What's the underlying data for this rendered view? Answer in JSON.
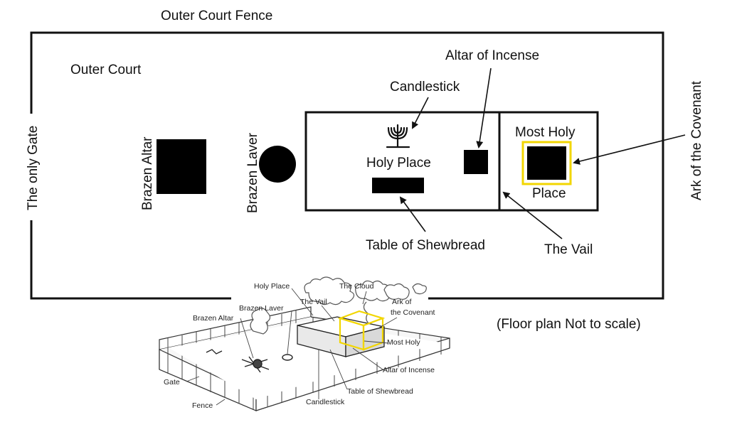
{
  "plan": {
    "outer_court_fence": "Outer Court Fence",
    "outer_court": "Outer Court",
    "gate": "The only Gate",
    "brazen_altar": "Brazen Altar",
    "brazen_laver": "Brazen Laver",
    "holy_place": "Holy Place",
    "candlestick": "Candlestick",
    "altar_of_incense": "Altar of Incense",
    "most_holy": "Most Holy",
    "place": "Place",
    "ark": "Ark of the Covenant",
    "table_of_shewbread": "Table of Shewbread",
    "vail": "The Vail",
    "note": "(Floor plan Not to scale)"
  },
  "colors": {
    "line": "#111111",
    "ark_highlight": "#f2d600"
  },
  "sketch": {
    "holy_place": "Holy Place",
    "cloud": "The Cloud",
    "vail": "The Vail",
    "ark_line1": "Ark of",
    "ark_line2": "the Covenant",
    "brazen_laver": "Brazen Laver",
    "brazen_altar": "Brazen Altar",
    "most_holy": "Most Holy",
    "altar_of_incense": "Altar of Incense",
    "gate": "Gate",
    "table_of_shewbread": "Table of Shewbread",
    "fence": "Fence",
    "candlestick": "Candlestick"
  }
}
